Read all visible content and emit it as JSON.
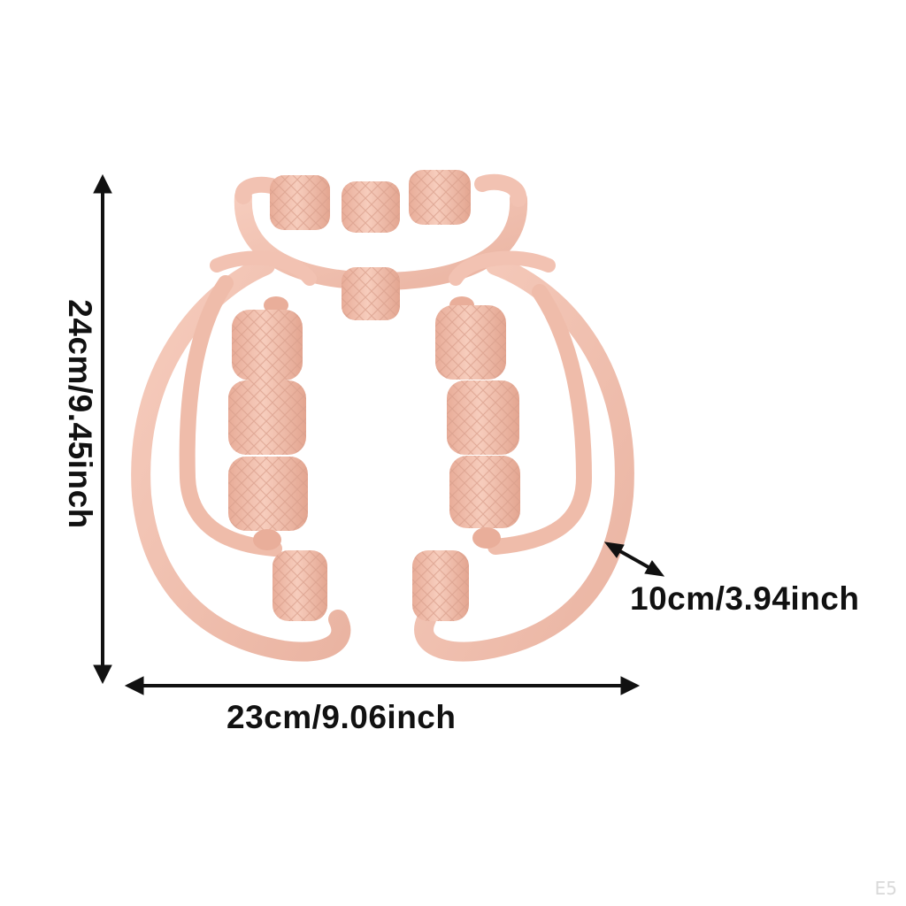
{
  "product": {
    "body_color": "#f2c2b2",
    "roller_color": "#f0c0ae",
    "shadow_color": "#d89c89"
  },
  "dimensions": {
    "height_label": "24cm/9.45inch",
    "width_label": "23cm/9.06inch",
    "depth_label": "10cm/3.94inch"
  },
  "watermark": "E5"
}
